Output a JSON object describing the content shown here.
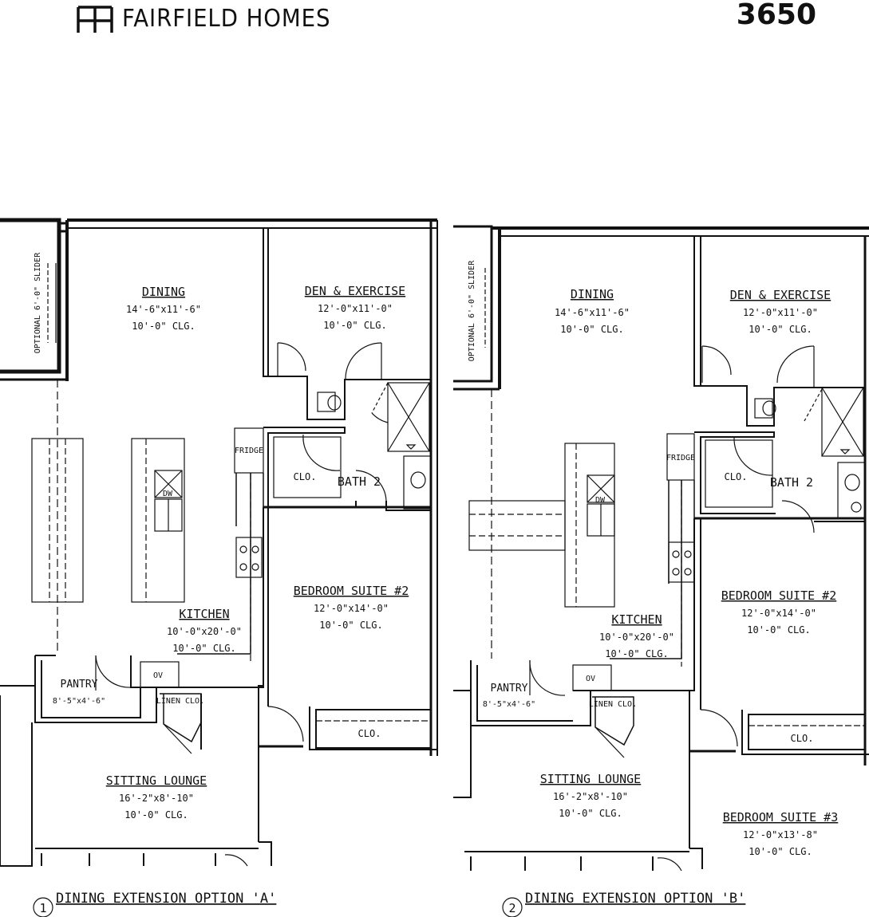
{
  "header": {
    "brand": "FAIRFIELD HOMES",
    "plan_number": "3650"
  },
  "option_a": {
    "circle_number": "1",
    "caption": "DINING EXTENSION OPTION 'A'",
    "slider_label": "OPTIONAL 6'-0\" SLIDER",
    "dining": {
      "name": "DINING",
      "size": "14'-6\"x11'-6\"",
      "ceiling": "10'-0\" CLG."
    },
    "den": {
      "name": "DEN & EXERCISE",
      "size": "12'-0\"x11'-0\"",
      "ceiling": "10'-0\" CLG."
    },
    "bath": {
      "name": "BATH 2"
    },
    "closet": "CLO.",
    "bedroom_closet": "CLO.",
    "fridge": "FRIDGE",
    "dishwasher": "DW",
    "oven": "OV",
    "linen": "LINEN CLO.",
    "kitchen": {
      "name": "KITCHEN",
      "size": "10'-0\"x20'-0\"",
      "ceiling": "10'-0\" CLG."
    },
    "pantry": {
      "name": "PANTRY",
      "size": "8'-5\"x4'-6\""
    },
    "bedroom2": {
      "name": "BEDROOM SUITE #2",
      "size": "12'-0\"x14'-0\"",
      "ceiling": "10'-0\" CLG."
    },
    "lounge": {
      "name": "SITTING LOUNGE",
      "size": "16'-2\"x8'-10\"",
      "ceiling": "10'-0\" CLG."
    }
  },
  "option_b": {
    "circle_number": "2",
    "caption": "DINING EXTENSION OPTION 'B'",
    "slider_label": "OPTIONAL 6'-0\" SLIDER",
    "dining": {
      "name": "DINING",
      "size": "14'-6\"x11'-6\"",
      "ceiling": "10'-0\" CLG."
    },
    "den": {
      "name": "DEN & EXERCISE",
      "size": "12'-0\"x11'-0\"",
      "ceiling": "10'-0\" CLG."
    },
    "bath": {
      "name": "BATH 2"
    },
    "closet": "CLO.",
    "bedroom_closet": "CLO.",
    "fridge": "FRIDGE",
    "dishwasher": "DW",
    "oven": "OV",
    "linen": "LINEN CLO.",
    "kitchen": {
      "name": "KITCHEN",
      "size": "10'-0\"x20'-0\"",
      "ceiling": "10'-0\" CLG."
    },
    "pantry": {
      "name": "PANTRY",
      "size": "8'-5\"x4'-6\""
    },
    "bedroom2": {
      "name": "BEDROOM SUITE #2",
      "size": "12'-0\"x14'-0\"",
      "ceiling": "10'-0\" CLG."
    },
    "bedroom3": {
      "name": "BEDROOM SUITE #3",
      "size": "12'-0\"x13'-8\"",
      "ceiling": "10'-0\" CLG."
    },
    "lounge": {
      "name": "SITTING LOUNGE",
      "size": "16'-2\"x8'-10\"",
      "ceiling": "10'-0\" CLG."
    }
  }
}
